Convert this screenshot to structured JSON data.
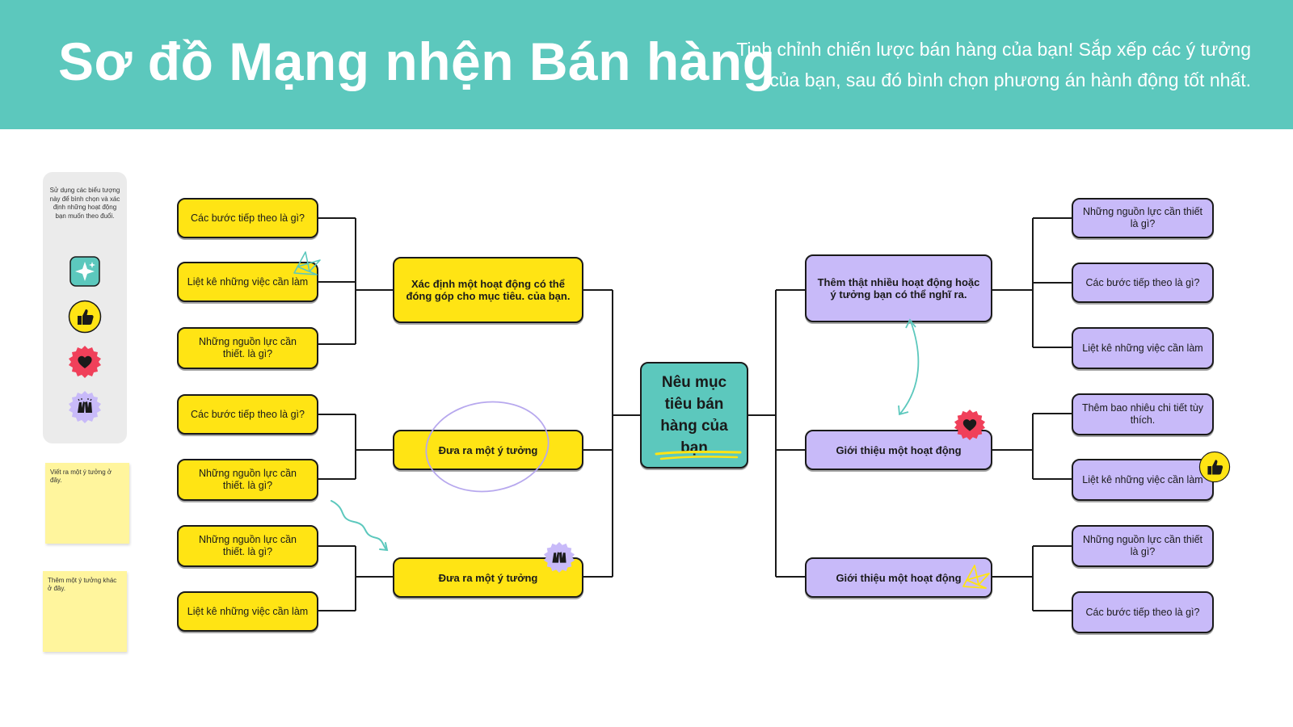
{
  "header": {
    "title": "Sơ đồ Mạng nhện Bán hàng",
    "subtitle": "Tinh chỉnh chiến lược bán hàng của bạn! Sắp xếp các ý tưởng của bạn, sau đó bình chọn phương án hành động tốt nhất."
  },
  "sidebar": {
    "instructions": "Sử dụng các biểu tượng này để bình chọn và xác định những hoạt động bạn muốn theo đuổi.",
    "icons": [
      "sparkle-icon",
      "thumbs-up-icon",
      "heart-icon",
      "clapping-hands-icon"
    ]
  },
  "sticky_notes": [
    "Viết ra một ý tưởng ở đây.",
    "Thêm một ý tưởng khác ở đây."
  ],
  "center": {
    "label": "Nêu mục tiêu bán hàng của bạn"
  },
  "left": {
    "branch1": {
      "label": "Xác định một hoạt động có thể đóng góp cho mục tiêu. của bạn.",
      "children": [
        "Các bước tiếp theo là gì?",
        "Liệt kê những việc cần làm",
        "Những nguồn lực cần thiết. là gì?"
      ]
    },
    "branch2": {
      "label": "Đưa ra một ý tưởng",
      "children": [
        "Các bước tiếp theo là gì?",
        "Những nguồn lực cần thiết. là gì?"
      ]
    },
    "branch3": {
      "label": "Đưa ra một ý tưởng",
      "children": [
        "Những nguồn lực cần thiết. là gì?",
        "Liệt kê những việc cần làm"
      ]
    }
  },
  "right": {
    "branch1": {
      "label": "Thêm thật nhiều hoạt động hoặc ý tưởng bạn có thể nghĩ ra.",
      "children": [
        "Những nguồn lực cần thiết là gì?",
        "Các bước tiếp theo là gì?",
        "Liệt kê những việc cần làm"
      ]
    },
    "branch2": {
      "label": "Giới thiệu một hoạt động",
      "children": [
        "Thêm bao nhiêu chi tiết tùy thích.",
        "Liệt kê những việc cần làm"
      ]
    },
    "branch3": {
      "label": "Giới thiệu một hoạt động",
      "children": [
        "Những nguồn lực cần thiết là gì?",
        "Các bước tiếp theo là gì?"
      ]
    }
  },
  "colors": {
    "teal": "#5cc8bd",
    "yellow": "#ffe414",
    "purple": "#c8baf9",
    "heart_red": "#f0405a",
    "sticky": "#fff59d"
  }
}
